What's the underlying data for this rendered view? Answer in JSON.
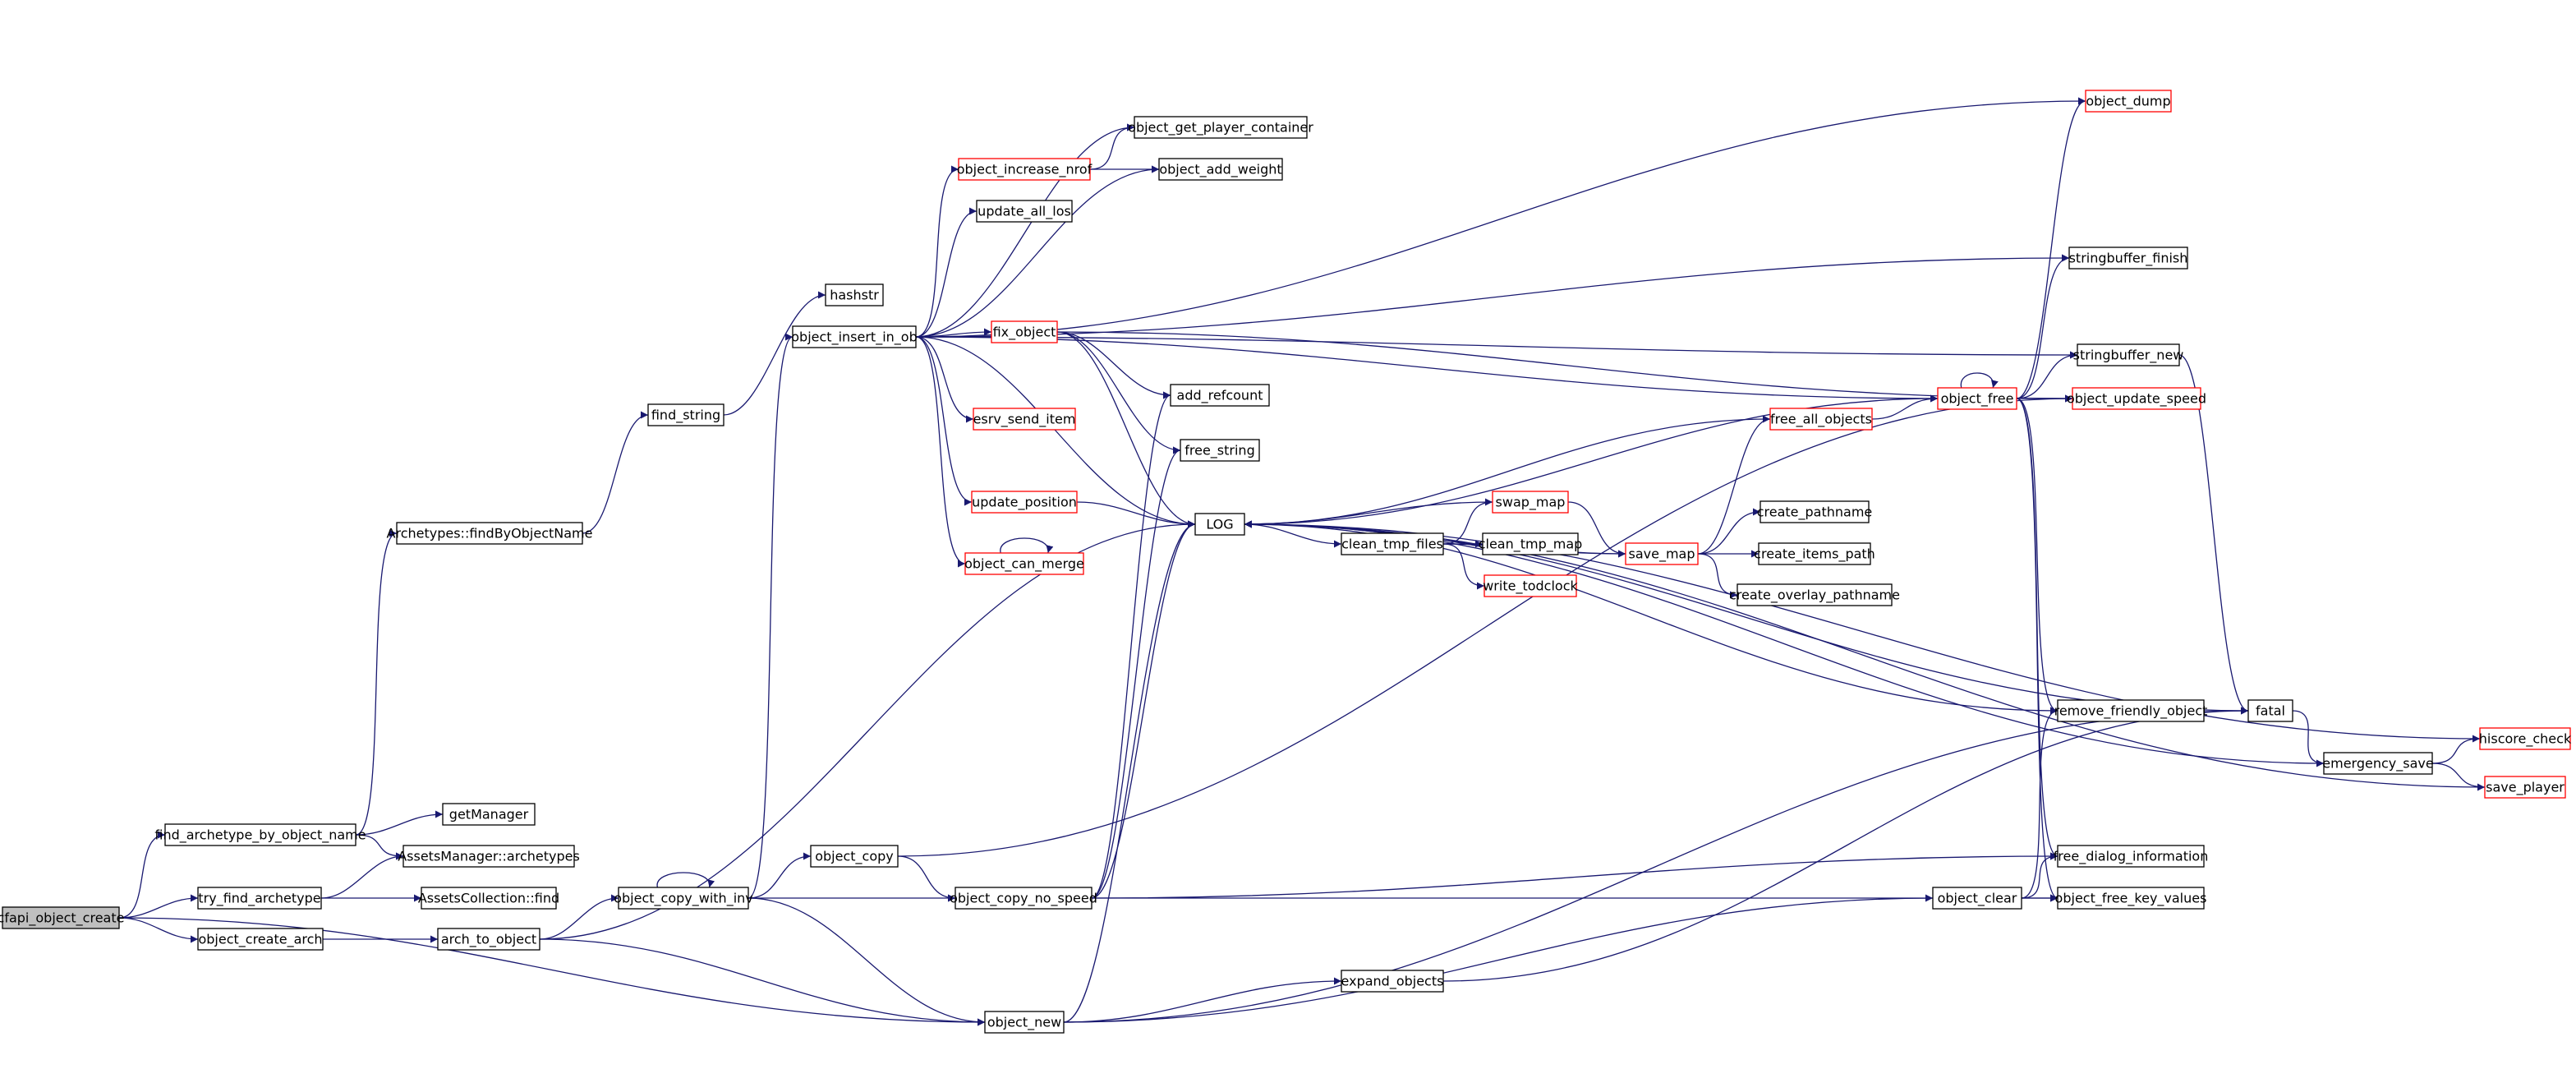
{
  "colors": {
    "edge": "#191970",
    "node_border": "#000000",
    "node_border_truncated": "#ff0000",
    "node_fill": "#ffffff",
    "root_fill": "#bfbfbf",
    "text": "#000000"
  },
  "nodes": [
    {
      "id": "cfapi_object_create",
      "label": "cfapi_object_create",
      "root": true
    },
    {
      "id": "find_archetype_by_object_name",
      "label": "find_archetype_by_object_name"
    },
    {
      "id": "try_find_archetype",
      "label": "try_find_archetype"
    },
    {
      "id": "object_create_arch",
      "label": "object_create_arch"
    },
    {
      "id": "archetypes_find",
      "label": "Archetypes::findByObjectName"
    },
    {
      "id": "getManager",
      "label": "getManager"
    },
    {
      "id": "assets_archetypes",
      "label": "AssetsManager::archetypes"
    },
    {
      "id": "assets_collection_find",
      "label": "AssetsCollection::find"
    },
    {
      "id": "arch_to_object",
      "label": "arch_to_object"
    },
    {
      "id": "find_string",
      "label": "find_string"
    },
    {
      "id": "hashstr",
      "label": "hashstr"
    },
    {
      "id": "object_insert_in_ob",
      "label": "object_insert_in_ob"
    },
    {
      "id": "object_copy_with_inv",
      "label": "object_copy_with_inv"
    },
    {
      "id": "object_copy",
      "label": "object_copy"
    },
    {
      "id": "object_copy_no_speed",
      "label": "object_copy_no_speed"
    },
    {
      "id": "object_new",
      "label": "object_new"
    },
    {
      "id": "object_increase_nrof",
      "label": "object_increase_nrof",
      "truncated": true
    },
    {
      "id": "update_all_los",
      "label": "update_all_los"
    },
    {
      "id": "fix_object",
      "label": "fix_object",
      "truncated": true
    },
    {
      "id": "esrv_send_item",
      "label": "esrv_send_item",
      "truncated": true
    },
    {
      "id": "update_position",
      "label": "update_position",
      "truncated": true
    },
    {
      "id": "object_can_merge",
      "label": "object_can_merge",
      "truncated": true
    },
    {
      "id": "object_get_player_container",
      "label": "object_get_player_container"
    },
    {
      "id": "object_add_weight",
      "label": "object_add_weight"
    },
    {
      "id": "add_refcount",
      "label": "add_refcount"
    },
    {
      "id": "free_string",
      "label": "free_string"
    },
    {
      "id": "LOG",
      "label": "LOG"
    },
    {
      "id": "expand_objects",
      "label": "expand_objects"
    },
    {
      "id": "clean_tmp_files",
      "label": "clean_tmp_files"
    },
    {
      "id": "swap_map",
      "label": "swap_map",
      "truncated": true
    },
    {
      "id": "clean_tmp_map",
      "label": "clean_tmp_map"
    },
    {
      "id": "write_todclock",
      "label": "write_todclock",
      "truncated": true
    },
    {
      "id": "save_map",
      "label": "save_map",
      "truncated": true
    },
    {
      "id": "create_pathname",
      "label": "create_pathname"
    },
    {
      "id": "create_items_path",
      "label": "create_items_path"
    },
    {
      "id": "create_overlay_pathname",
      "label": "create_overlay_pathname"
    },
    {
      "id": "free_all_objects",
      "label": "free_all_objects",
      "truncated": true
    },
    {
      "id": "object_clear",
      "label": "object_clear"
    },
    {
      "id": "object_dump",
      "label": "object_dump",
      "truncated": true
    },
    {
      "id": "stringbuffer_finish",
      "label": "stringbuffer_finish"
    },
    {
      "id": "stringbuffer_new",
      "label": "stringbuffer_new"
    },
    {
      "id": "object_free",
      "label": "object_free",
      "truncated": true
    },
    {
      "id": "object_update_speed",
      "label": "object_update_speed",
      "truncated": true
    },
    {
      "id": "remove_friendly_object",
      "label": "remove_friendly_object"
    },
    {
      "id": "free_dialog_information",
      "label": "free_dialog_information"
    },
    {
      "id": "object_free_key_values",
      "label": "object_free_key_values"
    },
    {
      "id": "fatal",
      "label": "fatal"
    },
    {
      "id": "emergency_save",
      "label": "emergency_save"
    },
    {
      "id": "hiscore_check",
      "label": "hiscore_check",
      "truncated": true
    },
    {
      "id": "save_player",
      "label": "save_player",
      "truncated": true
    }
  ],
  "edges": [
    [
      "cfapi_object_create",
      "find_archetype_by_object_name"
    ],
    [
      "cfapi_object_create",
      "try_find_archetype"
    ],
    [
      "cfapi_object_create",
      "object_create_arch"
    ],
    [
      "cfapi_object_create",
      "object_new"
    ],
    [
      "find_archetype_by_object_name",
      "archetypes_find"
    ],
    [
      "find_archetype_by_object_name",
      "getManager"
    ],
    [
      "find_archetype_by_object_name",
      "assets_archetypes"
    ],
    [
      "try_find_archetype",
      "assets_archetypes"
    ],
    [
      "try_find_archetype",
      "assets_collection_find"
    ],
    [
      "object_create_arch",
      "arch_to_object"
    ],
    [
      "archetypes_find",
      "find_string"
    ],
    [
      "find_string",
      "hashstr"
    ],
    [
      "arch_to_object",
      "object_copy_with_inv"
    ],
    [
      "arch_to_object",
      "object_new"
    ],
    [
      "arch_to_object",
      "LOG"
    ],
    [
      "object_copy_with_inv",
      "object_copy_with_inv"
    ],
    [
      "object_copy_with_inv",
      "object_insert_in_ob"
    ],
    [
      "object_copy_with_inv",
      "object_copy"
    ],
    [
      "object_copy_with_inv",
      "object_copy_no_speed"
    ],
    [
      "object_copy_with_inv",
      "object_new"
    ],
    [
      "object_insert_in_ob",
      "object_dump"
    ],
    [
      "object_insert_in_ob",
      "object_get_player_container"
    ],
    [
      "object_insert_in_ob",
      "object_increase_nrof"
    ],
    [
      "object_insert_in_ob",
      "object_add_weight"
    ],
    [
      "object_insert_in_ob",
      "update_all_los"
    ],
    [
      "object_insert_in_ob",
      "stringbuffer_finish"
    ],
    [
      "object_insert_in_ob",
      "stringbuffer_new"
    ],
    [
      "object_insert_in_ob",
      "object_free"
    ],
    [
      "object_insert_in_ob",
      "fix_object"
    ],
    [
      "object_insert_in_ob",
      "esrv_send_item"
    ],
    [
      "object_insert_in_ob",
      "update_position"
    ],
    [
      "object_insert_in_ob",
      "object_can_merge"
    ],
    [
      "object_insert_in_ob",
      "LOG"
    ],
    [
      "object_increase_nrof",
      "object_get_player_container"
    ],
    [
      "object_increase_nrof",
      "object_add_weight"
    ],
    [
      "fix_object",
      "add_refcount"
    ],
    [
      "fix_object",
      "free_string"
    ],
    [
      "fix_object",
      "LOG"
    ],
    [
      "fix_object",
      "object_update_speed"
    ],
    [
      "update_position",
      "LOG"
    ],
    [
      "object_can_merge",
      "object_can_merge"
    ],
    [
      "object_copy",
      "object_copy_no_speed"
    ],
    [
      "object_copy",
      "object_update_speed"
    ],
    [
      "object_copy_no_speed",
      "add_refcount"
    ],
    [
      "object_copy_no_speed",
      "free_string"
    ],
    [
      "object_copy_no_speed",
      "LOG"
    ],
    [
      "object_copy_no_speed",
      "free_dialog_information"
    ],
    [
      "object_copy_no_speed",
      "object_free_key_values"
    ],
    [
      "object_new",
      "LOG"
    ],
    [
      "object_new",
      "expand_objects"
    ],
    [
      "object_new",
      "object_clear"
    ],
    [
      "object_new",
      "fatal"
    ],
    [
      "expand_objects",
      "fatal"
    ],
    [
      "LOG",
      "clean_tmp_files"
    ],
    [
      "clean_tmp_files",
      "swap_map"
    ],
    [
      "clean_tmp_files",
      "clean_tmp_map"
    ],
    [
      "clean_tmp_files",
      "write_todclock"
    ],
    [
      "clean_tmp_files",
      "save_map"
    ],
    [
      "swap_map",
      "LOG"
    ],
    [
      "swap_map",
      "save_map"
    ],
    [
      "save_map",
      "create_pathname"
    ],
    [
      "save_map",
      "create_items_path"
    ],
    [
      "save_map",
      "create_overlay_pathname"
    ],
    [
      "save_map",
      "LOG"
    ],
    [
      "save_map",
      "free_all_objects"
    ],
    [
      "free_all_objects",
      "LOG"
    ],
    [
      "free_all_objects",
      "object_free"
    ],
    [
      "object_free",
      "object_free"
    ],
    [
      "object_free",
      "object_dump"
    ],
    [
      "object_free",
      "stringbuffer_finish"
    ],
    [
      "object_free",
      "stringbuffer_new"
    ],
    [
      "object_free",
      "object_update_speed"
    ],
    [
      "object_free",
      "LOG"
    ],
    [
      "object_free",
      "remove_friendly_object"
    ],
    [
      "object_free",
      "free_dialog_information"
    ],
    [
      "object_free",
      "object_free_key_values"
    ],
    [
      "object_clear",
      "remove_friendly_object"
    ],
    [
      "object_clear",
      "free_dialog_information"
    ],
    [
      "object_clear",
      "object_free_key_values"
    ],
    [
      "stringbuffer_new",
      "fatal"
    ],
    [
      "remove_friendly_object",
      "LOG"
    ],
    [
      "fatal",
      "LOG"
    ],
    [
      "fatal",
      "emergency_save"
    ],
    [
      "emergency_save",
      "LOG"
    ],
    [
      "emergency_save",
      "hiscore_check"
    ],
    [
      "emergency_save",
      "save_player"
    ],
    [
      "hiscore_check",
      "LOG"
    ],
    [
      "save_player",
      "LOG"
    ]
  ]
}
